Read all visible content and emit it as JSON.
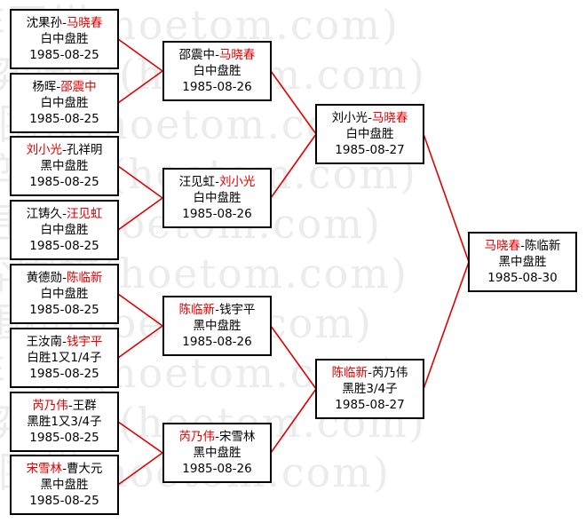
{
  "watermark": [
    "弈围棋(hoetom.com)",
    "弈围棋(hoetom.com)",
    "弈围棋(hoetom.com)",
    "弈围棋(hoetom.com)",
    "弈围棋(hoetom.com)",
    "弈围棋(hoetom.com)",
    "弈围棋(hoetom.com)",
    "弈围棋(hoetom.com)",
    "弈围棋(hoetom.com)",
    "弈围棋(hoetom.com)"
  ],
  "colors": {
    "winner": "#e00000",
    "line": "#e00000",
    "border": "#000000"
  },
  "r1": [
    {
      "p1": "沈果孙",
      "sep": "-",
      "p2": "马晓春",
      "winner": 2,
      "result": "白中盘胜",
      "date": "1985-08-25"
    },
    {
      "p1": "杨晖",
      "sep": "-",
      "p2": "邵震中",
      "winner": 2,
      "result": "白中盘胜",
      "date": "1985-08-25"
    },
    {
      "p1": "刘小光",
      "sep": "-",
      "p2": "孔祥明",
      "winner": 1,
      "result": "黑中盘胜",
      "date": "1985-08-25"
    },
    {
      "p1": "江铸久",
      "sep": "-",
      "p2": "汪见虹",
      "winner": 2,
      "result": "白中盘胜",
      "date": "1985-08-25"
    },
    {
      "p1": "黄德勋",
      "sep": "-",
      "p2": "陈临新",
      "winner": 2,
      "result": "白中盘胜",
      "date": "1985-08-25"
    },
    {
      "p1": "王汝南",
      "sep": "-",
      "p2": "钱宇平",
      "winner": 2,
      "result": "白胜1又1/4子",
      "date": "1985-08-25"
    },
    {
      "p1": "芮乃伟",
      "sep": "-",
      "p2": "王群",
      "winner": 1,
      "result": "黑胜1又3/4子",
      "date": "1985-08-25"
    },
    {
      "p1": "宋雪林",
      "sep": "-",
      "p2": "曹大元",
      "winner": 1,
      "result": "黑中盘胜",
      "date": "1985-08-25"
    }
  ],
  "r2": [
    {
      "p1": "邵震中",
      "sep": "-",
      "p2": "马晓春",
      "winner": 2,
      "result": "白中盘胜",
      "date": "1985-08-26"
    },
    {
      "p1": "汪见虹",
      "sep": "-",
      "p2": "刘小光",
      "winner": 2,
      "result": "白中盘胜",
      "date": "1985-08-26"
    },
    {
      "p1": "陈临新",
      "sep": "-",
      "p2": "钱宇平",
      "winner": 1,
      "result": "黑中盘胜",
      "date": "1985-08-26"
    },
    {
      "p1": "芮乃伟",
      "sep": "-",
      "p2": "宋雪林",
      "winner": 1,
      "result": "黑中盘胜",
      "date": "1985-08-26"
    }
  ],
  "r3": [
    {
      "p1": "刘小光",
      "sep": "-",
      "p2": "马晓春",
      "winner": 2,
      "result": "白中盘胜",
      "date": "1985-08-27"
    },
    {
      "p1": "陈临新",
      "sep": "-",
      "p2": "芮乃伟",
      "winner": 1,
      "result": "黑胜3/4子",
      "date": "1985-08-27"
    }
  ],
  "final": [
    {
      "p1": "马晓春",
      "sep": "-",
      "p2": "陈临新",
      "winner": 1,
      "result": "黑中盘胜",
      "date": "1985-08-30"
    }
  ]
}
